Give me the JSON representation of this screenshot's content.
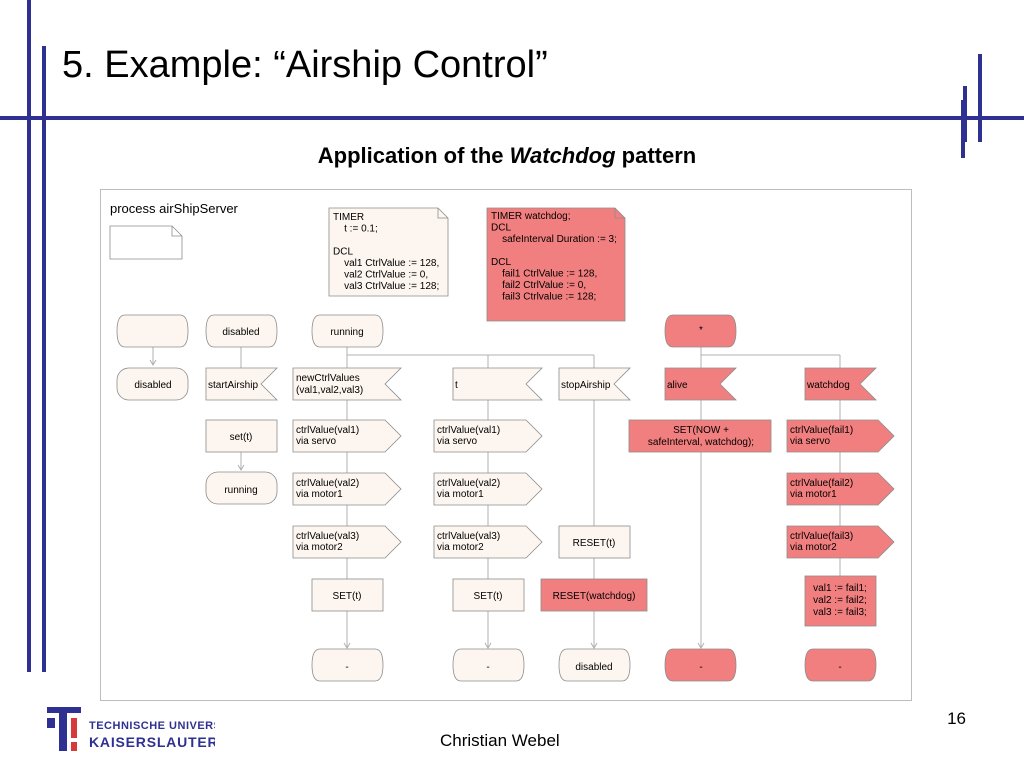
{
  "slide": {
    "title": "5. Example: “Airship Control”",
    "subtitle_before": "Application of the ",
    "subtitle_em": "Watchdog",
    "subtitle_after": " pattern",
    "page_number": "16",
    "author": "Christian Webel"
  },
  "logo": {
    "line1": "Technische Universität",
    "line2": "Kaiserslautern",
    "accent_color": "#d63a3a",
    "brand_color": "#2e3192"
  },
  "colors": {
    "accent_bar": "#2e3192",
    "symbol_fill": "#fdf6f0",
    "watchdog_fill": "#f27f7f",
    "symbol_stroke": "#8c8c8c"
  },
  "diagram": {
    "process_label": "process airShipServer",
    "timer_note": [
      "TIMER",
      "  t := 0.1;",
      "",
      "DCL",
      "  val1 CtrlValue := 128,",
      "  val2 CtrlValue := 0,",
      "  val3 CtrlValue := 128;"
    ],
    "watchdog_note": [
      "TIMER watchdog;",
      "DCL",
      "  safeInterval Duration := 3;",
      "",
      "DCL",
      "  fail1 CtrlValue := 128,",
      "  fail2 CtrlValue := 0,",
      "  fail3 Ctrlvalue := 128;"
    ],
    "col1": {
      "next_state": "disabled"
    },
    "col2": {
      "state": "disabled",
      "input": "startAirship",
      "task": "set(t)",
      "next_state": "running"
    },
    "running_state": "running",
    "col3": {
      "input": [
        "newCtrlValues",
        "(val1,val2,val3)"
      ],
      "outputs": [
        [
          "ctrlValue(val1)",
          "via servo"
        ],
        [
          "ctrlValue(val2)",
          "via motor1"
        ],
        [
          "ctrlValue(val3)",
          "via motor2"
        ]
      ],
      "task": "SET(t)",
      "next_state": "-"
    },
    "col4": {
      "input": "t",
      "outputs": [
        [
          "ctrlValue(val1)",
          "via servo"
        ],
        [
          "ctrlValue(val2)",
          "via motor1"
        ],
        [
          "ctrlValue(val3)",
          "via motor2"
        ]
      ],
      "task": "SET(t)",
      "next_state": "-"
    },
    "col5": {
      "input": "stopAirship",
      "task": "RESET(t)",
      "task2": "RESET(watchdog)",
      "next_state": "disabled"
    },
    "star_state": "*",
    "col6": {
      "input": "alive",
      "task": [
        "SET(NOW +",
        "safeInterval, watchdog);"
      ],
      "next_state": "-"
    },
    "col7": {
      "input": "watchdog",
      "outputs": [
        [
          "ctrlValue(fail1)",
          "via servo"
        ],
        [
          "ctrlValue(fail2)",
          "via motor1"
        ],
        [
          "ctrlValue(fail3)",
          "via motor2"
        ]
      ],
      "task": [
        "val1 := fail1;",
        "val2 := fail2;",
        "val3 := fail3;"
      ],
      "next_state": "-"
    }
  }
}
